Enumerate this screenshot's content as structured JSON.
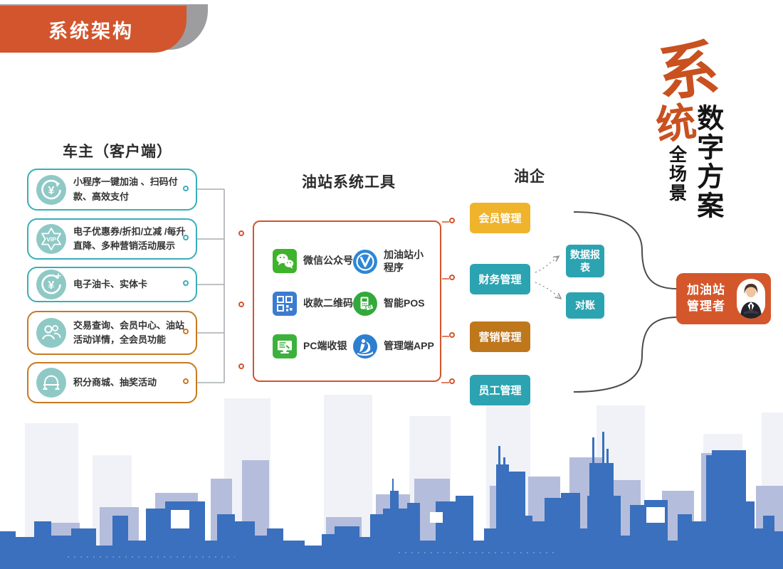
{
  "banner": {
    "title": "系统架构"
  },
  "brand": {
    "main_char": "系",
    "sub_char": "统",
    "headline": "数字方案",
    "tagline": "全场景"
  },
  "customer": {
    "title": "车主（客户端）",
    "items": [
      {
        "icon": "yuan-cycle-icon",
        "text": "小程序一键加油 、扫码付款、高效支付"
      },
      {
        "icon": "vip-coupon-icon",
        "text": "电子优惠券/折扣/立减 /每升直降、多种营销活动展示"
      },
      {
        "icon": "yuan-plus-icon",
        "text": "电子油卡、实体卡"
      },
      {
        "icon": "members-icon",
        "text": "交易查询、会员中心、油站活动详情，全会员功能"
      },
      {
        "icon": "lottery-machine-icon",
        "text": "积分商城、抽奖活动"
      }
    ]
  },
  "tools": {
    "title": "油站系统工具",
    "items": [
      {
        "icon": "wechat-icon",
        "label": "微信公众号"
      },
      {
        "icon": "miniprogram-icon",
        "label": "加油站小程序"
      },
      {
        "icon": "qrcode-icon",
        "label": "收款二维码"
      },
      {
        "icon": "pos-icon",
        "label": "智能POS"
      },
      {
        "icon": "pc-cashier-icon",
        "label": "PC端收银"
      },
      {
        "icon": "admin-app-icon",
        "label": "管理端APP"
      }
    ]
  },
  "company": {
    "title": "油企",
    "modules": [
      {
        "label": "会员管理",
        "color": "#efb42c"
      },
      {
        "label": "财务管理",
        "color": "#2ba3b1"
      },
      {
        "label": "营销管理",
        "color": "#bf771c"
      },
      {
        "label": "员工管理",
        "color": "#2ba3b1"
      }
    ],
    "outputs": [
      {
        "label": "数据报表"
      },
      {
        "label": "对账"
      }
    ]
  },
  "manager": {
    "line1": "加油站",
    "line2": "管理者"
  },
  "colors": {
    "accent_orange": "#d2552d",
    "teal_border": "#3aaeb8",
    "orange_border": "#c8791f",
    "icon_teal": "#8fc9c5",
    "module_yellow": "#efb42c",
    "module_teal": "#2ba3b1",
    "module_brown": "#bf771c",
    "brand_orange": "#c8511f",
    "skyline_blue": "#3a70bd",
    "skyline_light": "#b5bddc"
  }
}
